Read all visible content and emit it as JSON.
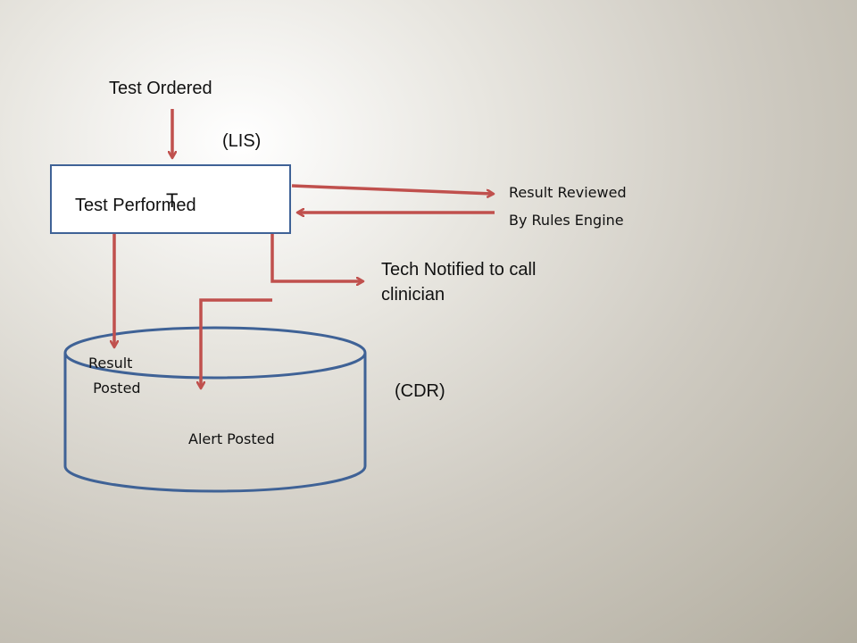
{
  "nodes": {
    "test_ordered": "Test Ordered",
    "lis": "(LIS)",
    "test_performed": "Test Performed",
    "stray_char": "T",
    "result_reviewed": "Result Reviewed\nBy Rules Engine",
    "tech_notified": "Tech Notified to call\nclinician",
    "result_posted": "Result\n Posted",
    "cdr": "(CDR)",
    "alert_posted": "Alert Posted"
  },
  "colors": {
    "arrow": "#c0504d",
    "box_border": "#3f6296",
    "cylinder_border": "#3f6296"
  }
}
